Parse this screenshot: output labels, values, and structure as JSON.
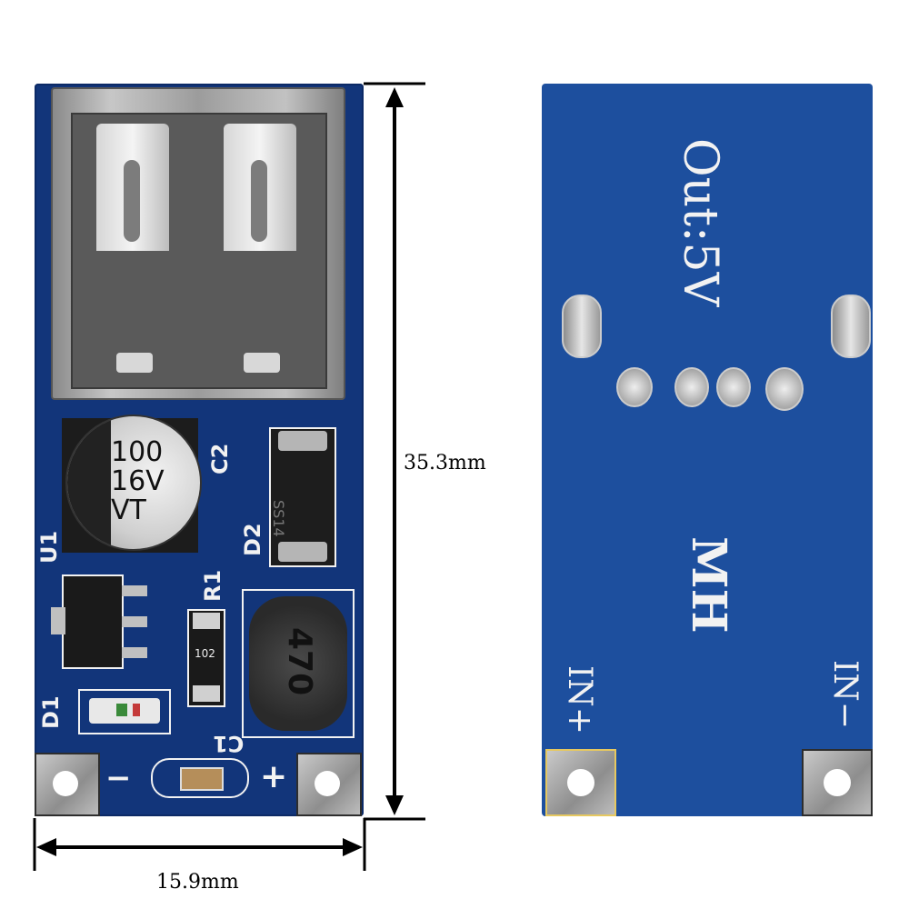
{
  "dimensions": {
    "height_label": "35.3mm",
    "width_label": "15.9mm"
  },
  "front_board": {
    "capacitor": {
      "value": "100",
      "voltage": "16V",
      "mark": "VT"
    },
    "silkscreen": {
      "c2": "C2",
      "d2": "D2",
      "u1": "U1",
      "r1": "R1",
      "d1": "D1",
      "c1": "C1",
      "minus": "−",
      "plus": "+"
    },
    "diode_mark": "SS14",
    "resistor_mark": "102",
    "inductor_mark": "470"
  },
  "back_board": {
    "out_label": "Out:5V",
    "brand": "MH",
    "in_plus": "IN+",
    "in_minus": "IN−"
  },
  "colors": {
    "pcb": "#12357a",
    "silkscreen": "#f2f2f2",
    "metal": "#a9a9a9"
  }
}
